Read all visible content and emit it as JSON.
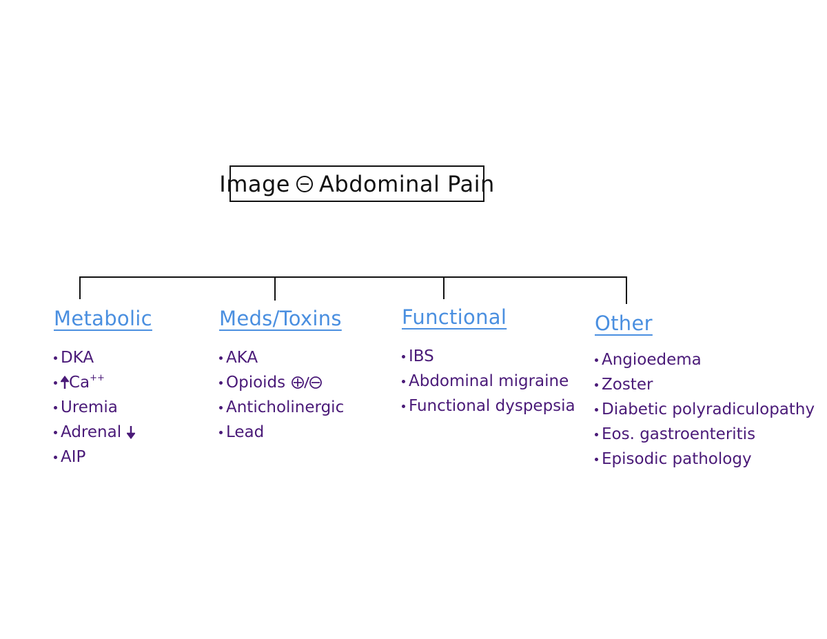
{
  "title": {
    "left": "Image",
    "symbol": "minus-circle-icon",
    "right": "Abdominal Pain"
  },
  "categories": [
    {
      "heading": "Metabolic",
      "items": [
        {
          "text": "DKA"
        },
        {
          "icon": "up-arrow-icon",
          "text": "Ca",
          "sup": "++"
        },
        {
          "text": "Uremia"
        },
        {
          "text": "Adrenal",
          "icon_after": "down-arrow-icon"
        },
        {
          "text": "AIP"
        }
      ]
    },
    {
      "heading": "Meds/Toxins",
      "items": [
        {
          "text": "AKA"
        },
        {
          "text": "Opioids",
          "icon_after": "plus-minus-circle-icon"
        },
        {
          "text": "Anticholinergic"
        },
        {
          "text": "Lead"
        }
      ]
    },
    {
      "heading": "Functional",
      "items": [
        {
          "text": "IBS"
        },
        {
          "text": "Abdominal migraine"
        },
        {
          "text": "Functional dyspepsia"
        }
      ]
    },
    {
      "heading": "Other",
      "items": [
        {
          "text": "Angioedema"
        },
        {
          "text": "Zoster"
        },
        {
          "text": "Diabetic polyradiculopathy"
        },
        {
          "text": "Eos. gastroenteritis"
        },
        {
          "text": "Episodic pathology"
        }
      ]
    }
  ],
  "colors": {
    "heading": "#4a8fe0",
    "item": "#4a1a78",
    "line": "#111111"
  }
}
